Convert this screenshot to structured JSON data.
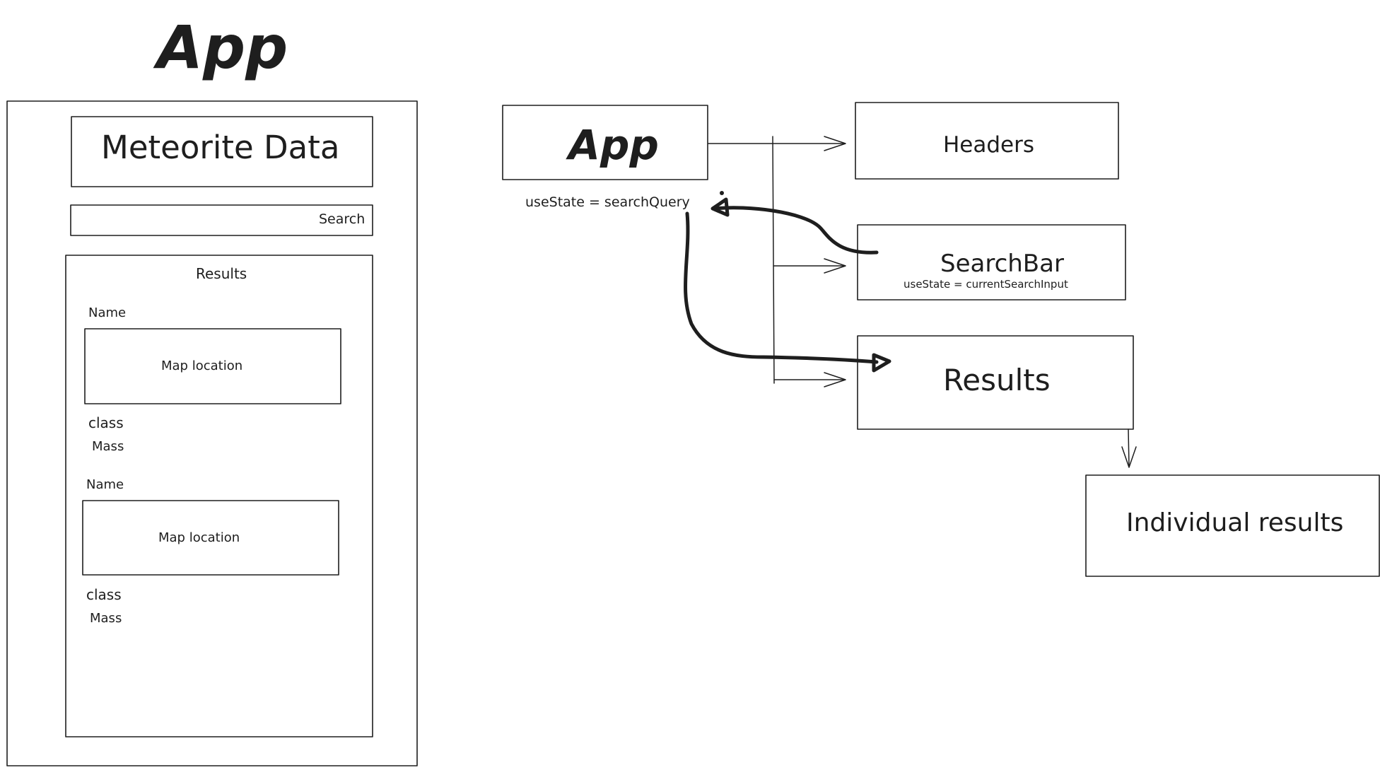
{
  "mockup": {
    "title": "App",
    "header_label": "Meteorite Data",
    "search_label": "Search",
    "results_heading": "Results",
    "items": [
      {
        "name": "Name",
        "map": "Map location",
        "class": "class",
        "mass": "Mass"
      },
      {
        "name": "Name",
        "map": "Map location",
        "class": "class",
        "mass": "Mass"
      }
    ]
  },
  "tree": {
    "app": {
      "label": "App",
      "state": "useState = searchQuery"
    },
    "headers": {
      "label": "Headers"
    },
    "searchbar": {
      "label": "SearchBar",
      "state": "useState = currentSearchInput"
    },
    "results": {
      "label": "Results"
    },
    "individual": {
      "label": "Individual results"
    }
  },
  "colors": {
    "stroke": "#1e1e1e",
    "background": "#ffffff"
  }
}
